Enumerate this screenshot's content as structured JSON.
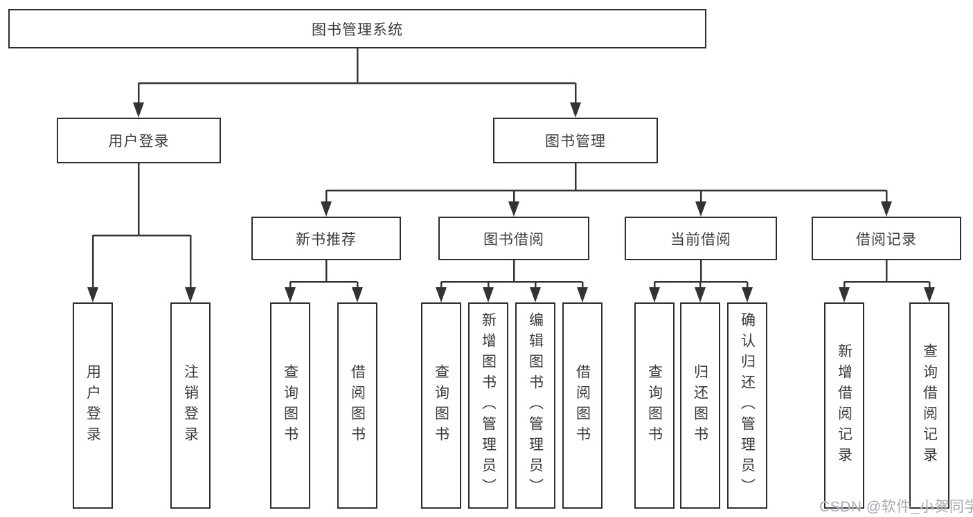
{
  "tree": {
    "root": {
      "label": "图书管理系统",
      "children": [
        {
          "label": "用户登录",
          "children": [
            {
              "label": "用户登录"
            },
            {
              "label": "注销登录"
            }
          ]
        },
        {
          "label": "图书管理",
          "children": [
            {
              "label": "新书推荐",
              "children": [
                {
                  "label": "查询图书"
                },
                {
                  "label": "借阅图书"
                }
              ]
            },
            {
              "label": "图书借阅",
              "children": [
                {
                  "label": "查询图书"
                },
                {
                  "label": "新增图书（管理员）"
                },
                {
                  "label": "编辑图书（管理员）"
                },
                {
                  "label": "借阅图书"
                }
              ]
            },
            {
              "label": "当前借阅",
              "children": [
                {
                  "label": "查询图书"
                },
                {
                  "label": "归还图书"
                },
                {
                  "label": "确认归还（管理员）"
                }
              ]
            },
            {
              "label": "借阅记录",
              "children": [
                {
                  "label": "新增借阅记录"
                },
                {
                  "label": "查询借阅记录"
                }
              ]
            }
          ]
        }
      ]
    }
  },
  "watermark": {
    "text": "CSDN @软件_小贺同学",
    "color": "#a6aab0"
  },
  "colors": {
    "line": "#333333",
    "box_border": "#2e2e2e",
    "text": "#3a3a3a",
    "background": "#ffffff"
  }
}
